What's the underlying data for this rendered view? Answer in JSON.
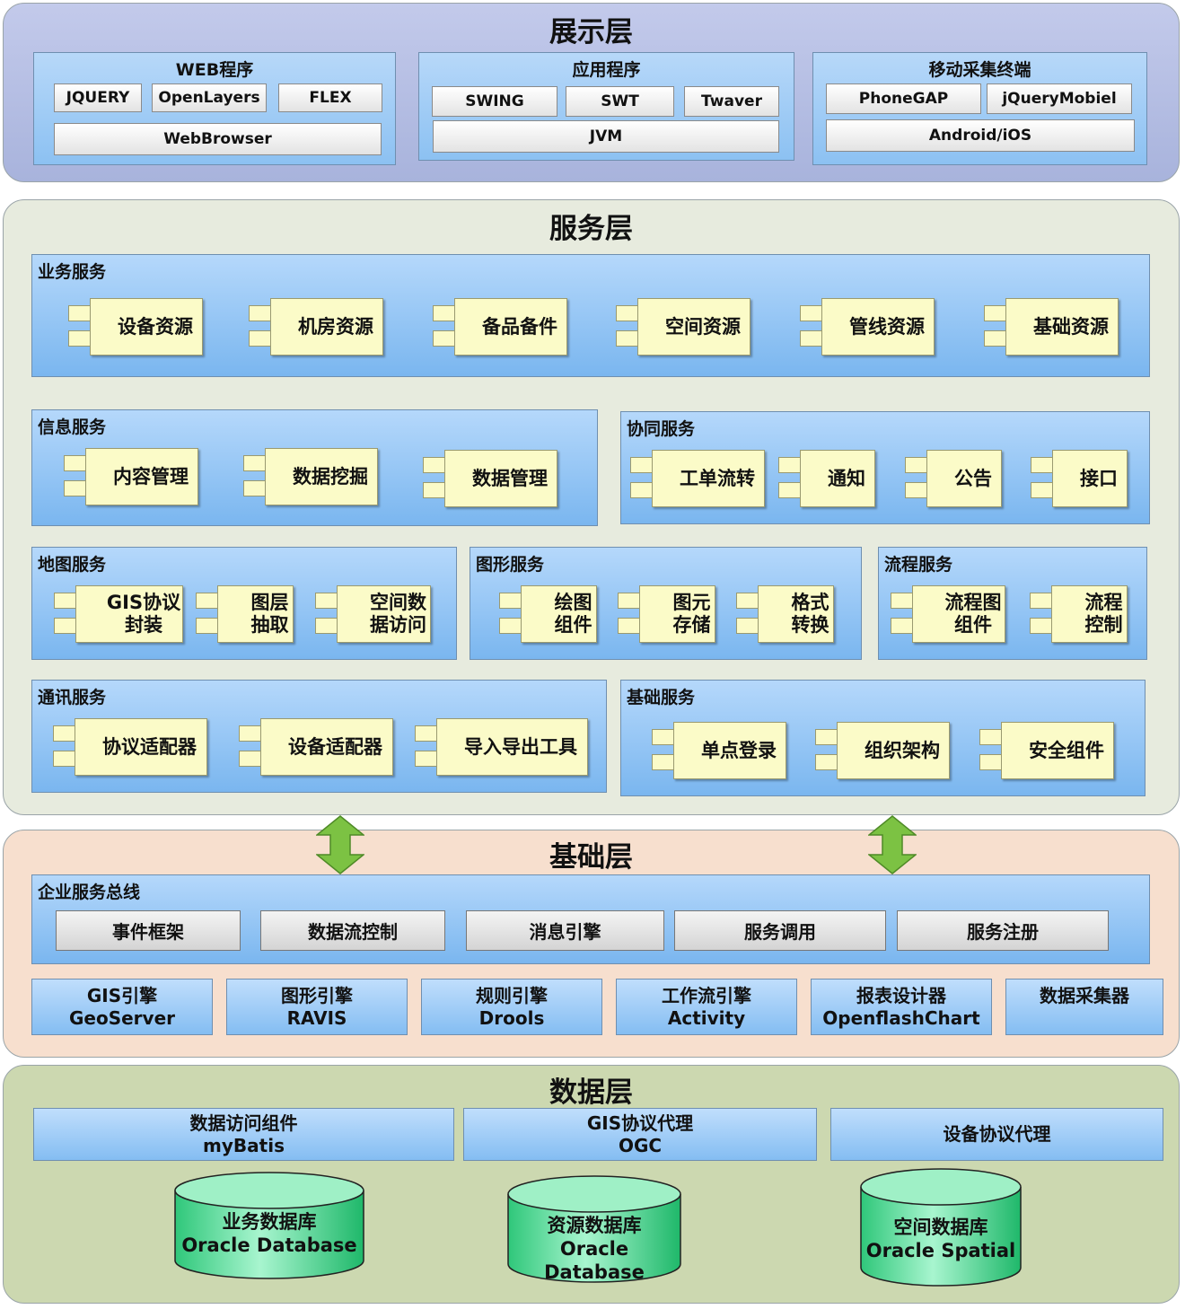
{
  "presentation": {
    "title": "展示层",
    "web": {
      "title": "WEB程序",
      "items": [
        "JQUERY",
        "OpenLayers",
        "FLEX"
      ],
      "base": "WebBrowser"
    },
    "app": {
      "title": "应用程序",
      "items": [
        "SWING",
        "SWT",
        "Twaver"
      ],
      "base": "JVM"
    },
    "mobile": {
      "title": "移动采集终端",
      "items": [
        "PhoneGAP",
        "jQueryMobiel"
      ],
      "base": "Android/iOS"
    }
  },
  "service": {
    "title": "服务层",
    "business": {
      "title": "业务服务",
      "items": [
        "设备资源",
        "机房资源",
        "备品备件",
        "空间资源",
        "管线资源",
        "基础资源"
      ]
    },
    "info": {
      "title": "信息服务",
      "items": [
        "内容管理",
        "数据挖掘",
        "数据管理"
      ]
    },
    "collab": {
      "title": "协同服务",
      "items": [
        "工单流转",
        "通知",
        "公告",
        "接口"
      ]
    },
    "map": {
      "title": "地图服务",
      "items": [
        [
          "GIS协议",
          "封装"
        ],
        [
          "图层",
          "抽取"
        ],
        [
          "空间数",
          "据访问"
        ]
      ]
    },
    "graphic": {
      "title": "图形服务",
      "items": [
        [
          "绘图",
          "组件"
        ],
        [
          "图元",
          "存储"
        ],
        [
          "格式",
          "转换"
        ]
      ]
    },
    "flow": {
      "title": "流程服务",
      "items": [
        [
          "流程图",
          "组件"
        ],
        [
          "流程",
          "控制"
        ]
      ]
    },
    "comm": {
      "title": "通讯服务",
      "items": [
        "协议适配器",
        "设备适配器",
        "导入导出工具"
      ]
    },
    "base": {
      "title": "基础服务",
      "items": [
        "单点登录",
        "组织架构",
        "安全组件"
      ]
    }
  },
  "foundation": {
    "title": "基础层",
    "esb": {
      "title": "企业服务总线",
      "items": [
        "事件框架",
        "数据流控制",
        "消息引擎",
        "服务调用",
        "服务注册"
      ]
    },
    "engines": [
      [
        "GIS引擎",
        "GeoServer"
      ],
      [
        "图形引擎",
        "RAVIS"
      ],
      [
        "规则引擎",
        "Drools"
      ],
      [
        "工作流引擎",
        "Activity"
      ],
      [
        "报表设计器",
        "OpenflashChart"
      ],
      [
        "数据采集器",
        ""
      ]
    ]
  },
  "data": {
    "title": "数据层",
    "access": [
      [
        "数据访问组件",
        "myBatis"
      ],
      [
        "GIS协议代理",
        "OGC"
      ],
      [
        "设备协议代理",
        ""
      ]
    ],
    "databases": [
      [
        "业务数据库",
        "Oracle Database"
      ],
      [
        "资源数据库",
        "Oracle Database"
      ],
      [
        "空间数据库",
        "Oracle Spatial"
      ]
    ]
  },
  "colors": {
    "presentation": "#b2bde0",
    "service": "#e6ebdd",
    "foundation": "#f6ddcc",
    "data": "#cdd9b2",
    "group_blue": "#8cc1f2",
    "component": "#fbfbc8",
    "arrow": "#7cc243",
    "cylinder": "#3fd389"
  }
}
